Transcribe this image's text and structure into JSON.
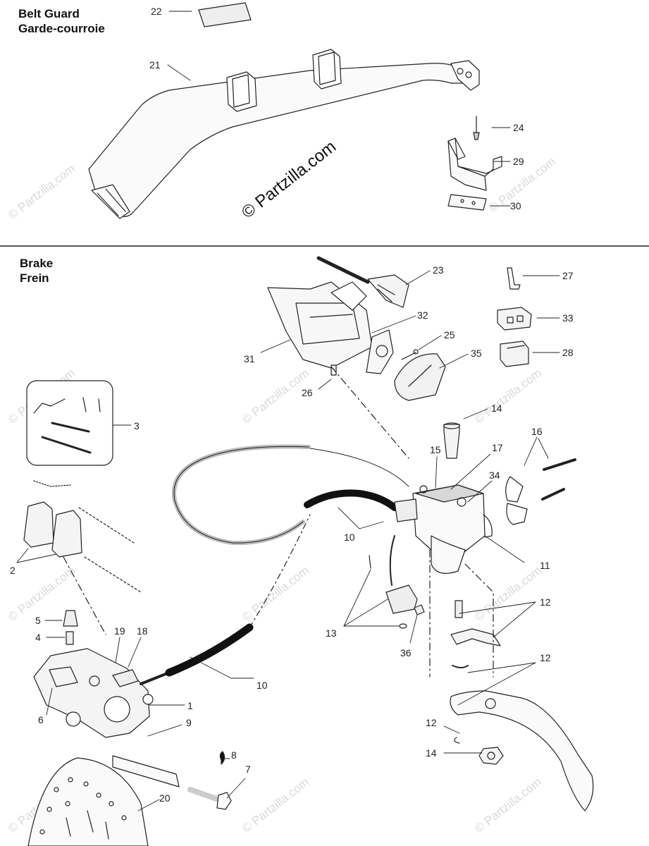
{
  "sections": {
    "belt_guard": {
      "title_en": "Belt Guard",
      "title_fr": "Garde-courroie"
    },
    "brake": {
      "title_en": "Brake",
      "title_fr": "Frein"
    }
  },
  "watermark": {
    "main": "© Partzilla.com",
    "tile": "© Partzilla.com"
  },
  "callouts": {
    "c22": "22",
    "c21": "21",
    "c24": "24",
    "c29": "29",
    "c30": "30",
    "c23": "23",
    "c27": "27",
    "c32": "32",
    "c33": "33",
    "c25": "25",
    "c31": "31",
    "c35": "35",
    "c28": "28",
    "c26": "26",
    "c3": "3",
    "c14a": "14",
    "c16": "16",
    "c15": "15",
    "c17": "17",
    "c34": "34",
    "c2": "2",
    "c10a": "10",
    "c11": "11",
    "c12a": "12",
    "c5": "5",
    "c19": "19",
    "c18": "18",
    "c4": "4",
    "c13": "13",
    "c36": "36",
    "c12b": "12",
    "c10b": "10",
    "c1": "1",
    "c6": "6",
    "c9": "9",
    "c12c": "12",
    "c8": "8",
    "c14b": "14",
    "c7": "7",
    "c20": "20"
  }
}
